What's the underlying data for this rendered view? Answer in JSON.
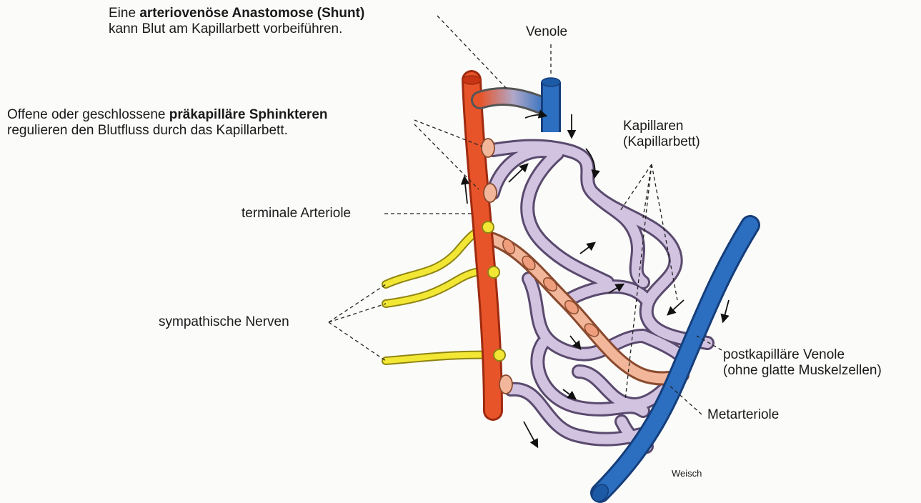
{
  "labels": {
    "shunt_line1_pre": "Eine ",
    "shunt_line1_bold": "arteriovenöse Anastomose (Shunt)",
    "shunt_line2": "kann Blut am Kapillarbett vorbeiführen.",
    "venole": "Venole",
    "sphincter_line1_pre": "Offene oder geschlossene ",
    "sphincter_line1_bold": "präkapilläre Sphinkteren",
    "sphincter_line2": "regulieren den Blutfluss durch das Kapillarbett.",
    "kapillaren_line1": "Kapillaren",
    "kapillaren_line2": "(Kapillarbett)",
    "terminale_arteriole": "terminale Arteriole",
    "sympathische_nerven": "sympathische Nerven",
    "postkapillaere_line1": "postkapilläre Venole",
    "postkapillaere_line2": "(ohne glatte Muskelzellen)",
    "metarteriole": "Metarteriole",
    "credit": "Weisch"
  },
  "colors": {
    "artery": "#e8542a",
    "artery_edge": "#9e2b10",
    "vein": "#2c6fc0",
    "vein_edge": "#153e7a",
    "capillary": "#d2c3e0",
    "capillary_edge": "#5a4a6e",
    "sphincter": "#f2b79b",
    "sphincter_edge": "#8a4a2e",
    "nerve": "#f3e735",
    "nerve_edge": "#8f8512",
    "leader": "#222222"
  }
}
